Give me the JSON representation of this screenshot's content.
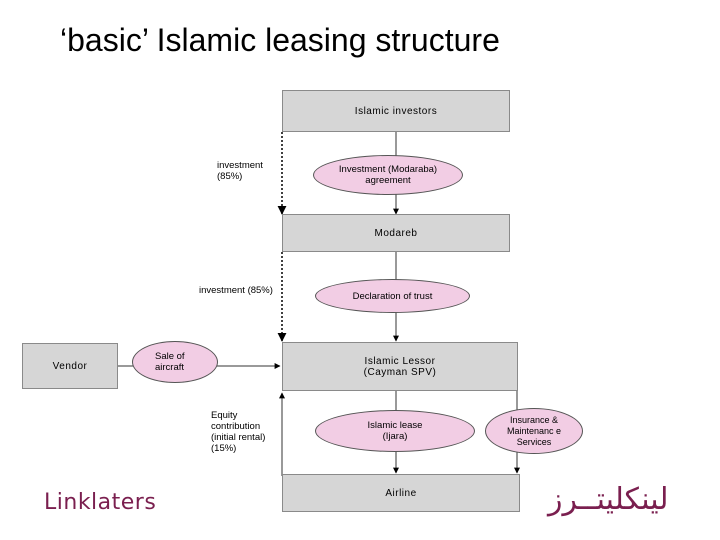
{
  "title": "‘basic’ Islamic leasing structure",
  "nodes": {
    "investors": "Islamic investors",
    "modarebeh_agreement": "Investment (Modaraba) agreement",
    "modareb": "Modareb",
    "declaration": "Declaration of trust",
    "vendor": "Vendor",
    "sale": "Sale of aircraft",
    "lessor": "Islamic Lessor (Cayman SPV)",
    "ijara": "Islamic lease (Ijara)",
    "insurance": "Insurance & Maintenanc e Services",
    "airline": "Airline"
  },
  "labels": {
    "investment_top": "investment (85%)",
    "investment_mid": "investment (85%)",
    "equity": "Equity contribution (initial rental) (15%)"
  },
  "logos": {
    "linklaters": "Linklaters",
    "arabic": "لينكليتــرز"
  },
  "colors": {
    "box_fill": "#d6d6d6",
    "oval_fill": "#f2cde4",
    "brand": "#7a1f4f"
  }
}
